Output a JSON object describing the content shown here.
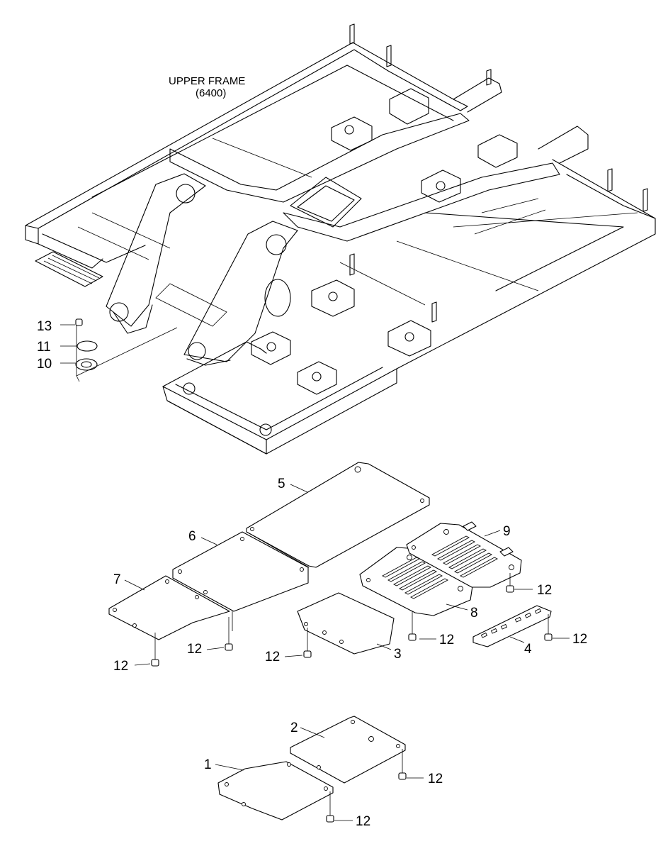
{
  "frame_title": "UPPER FRAME",
  "frame_code": "(6400)",
  "callouts": {
    "c1": "1",
    "c2": "2",
    "c3": "3",
    "c4": "4",
    "c5": "5",
    "c6": "6",
    "c7": "7",
    "c8": "8",
    "c9": "9",
    "c10": "10",
    "c11": "11",
    "c13": "13",
    "bolt": "12"
  }
}
